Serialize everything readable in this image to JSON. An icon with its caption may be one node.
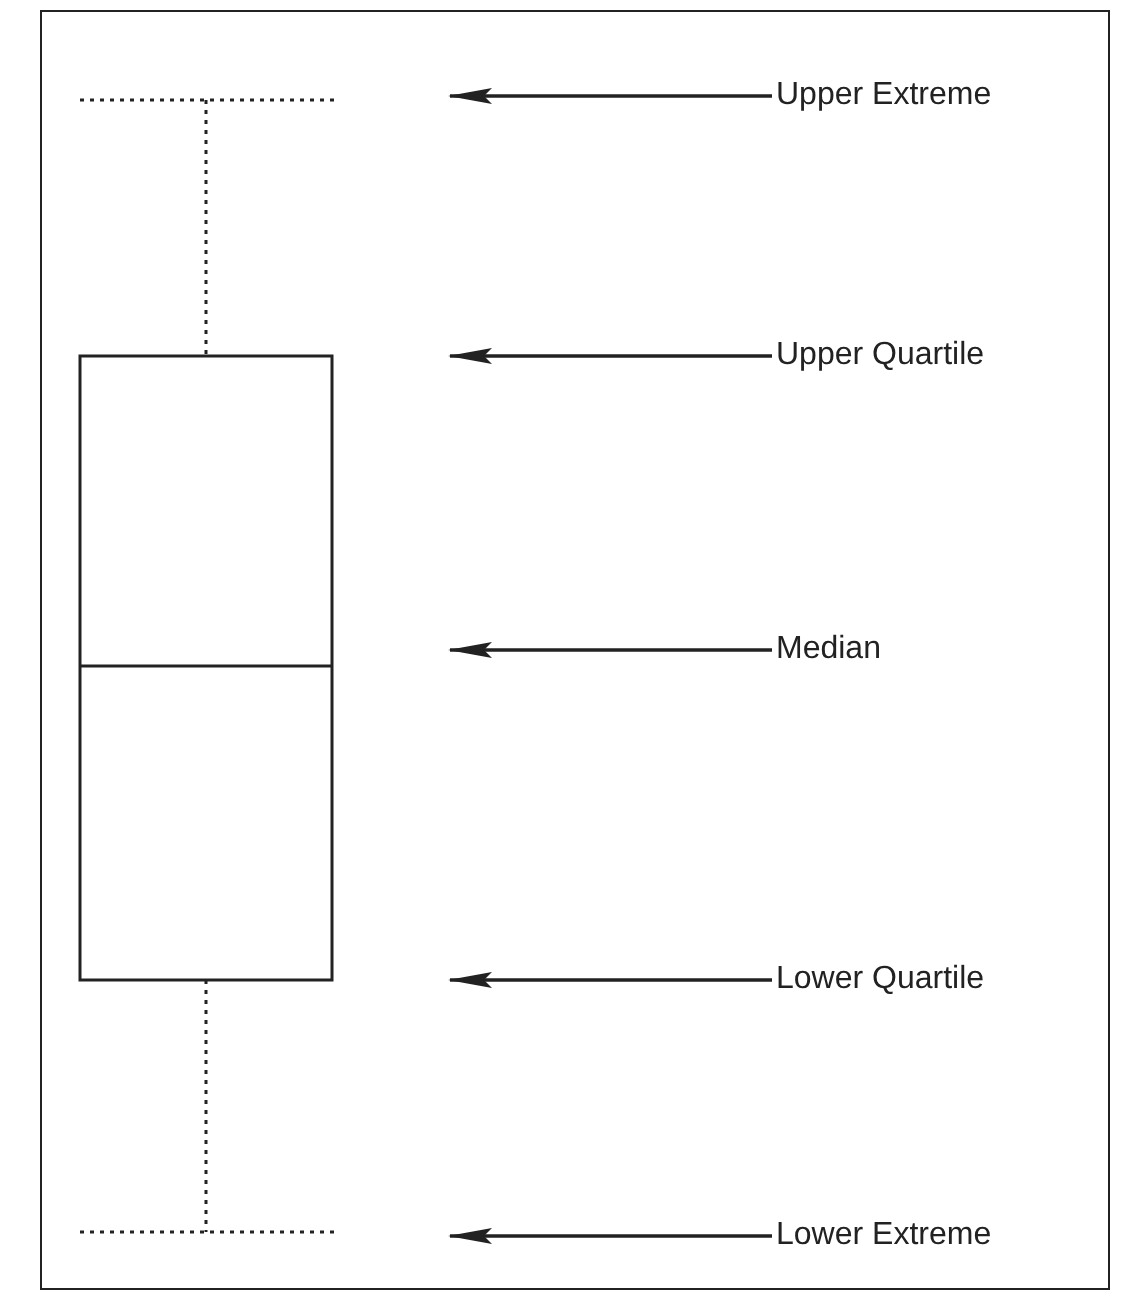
{
  "diagram": {
    "nodes": [
      {
        "text": [
          "Upper Extreme"
        ]
      },
      {
        "text": [
          "Upper Quartile"
        ]
      },
      {
        "text": [
          "Median"
        ]
      },
      {
        "text": [
          "Lower Quartile"
        ]
      },
      {
        "text": [
          "Lower Extreme"
        ]
      }
    ],
    "edges": [
      {
        "from": 0,
        "to": null,
        "arrow": "to"
      },
      {
        "from": 1,
        "to": null,
        "arrow": "to"
      },
      {
        "from": 2,
        "to": null,
        "arrow": "to"
      },
      {
        "from": 3,
        "to": null,
        "arrow": "to"
      },
      {
        "from": 4,
        "to": null,
        "arrow": "to"
      }
    ]
  }
}
